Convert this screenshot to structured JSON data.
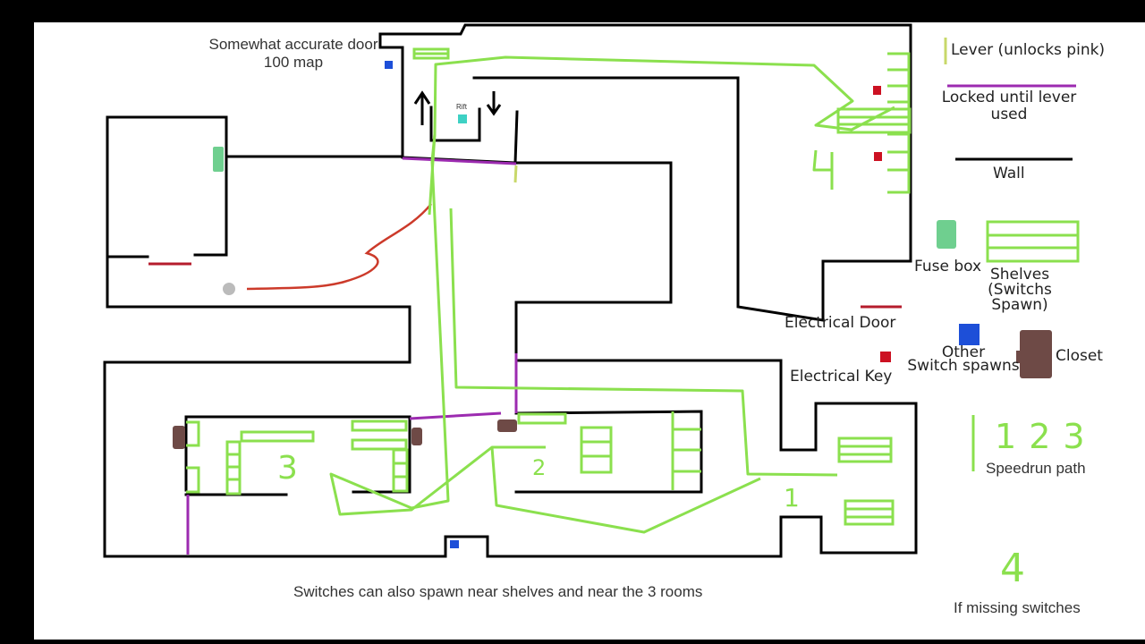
{
  "map_title": "Somewhat accurate door",
  "map_subtitle": "100 map",
  "rift_label": "Rift",
  "room_numbers": {
    "room_1": "1",
    "room_2": "2",
    "room_3": "3",
    "area_4": "4"
  },
  "footer_note": "Switches can also spawn near shelves and near the 3 rooms",
  "legend": {
    "lever": "Lever (unlocks pink)",
    "locked_line1": "Locked until lever",
    "locked_line2": "used",
    "wall": "Wall",
    "fuse_box": "Fuse box",
    "shelves_line1": "Shelves",
    "shelves_line2": "(Switchs",
    "shelves_line3": "Spawn)",
    "electrical_door": "Electrical Door",
    "other_line1": "Other",
    "other_line2": "Switch spawns",
    "closet": "Closet",
    "electrical_key": "Electrical Key",
    "speedrun_symbols": [
      "1",
      "2",
      "3"
    ],
    "speedrun_path": "Speedrun path",
    "missing_symbol": "4",
    "if_missing": "If missing switches"
  },
  "colors": {
    "background": "#ffffff",
    "frame": "#000000",
    "wall": "#000000",
    "lever": "#c8d86a",
    "locked": "#9c2bb0",
    "fuse_box": "#6fcf8f",
    "shelves": "#8be04e",
    "speedrun": "#8be04e",
    "electrical_door": "#b51c2c",
    "electrical_key": "#cc1122",
    "other_switch": "#1d4fd8",
    "closet": "#6e4a46",
    "rift": "#3ed1c4",
    "route_red": "#cc3a2a",
    "marker_grey": "#bbbbbb"
  }
}
